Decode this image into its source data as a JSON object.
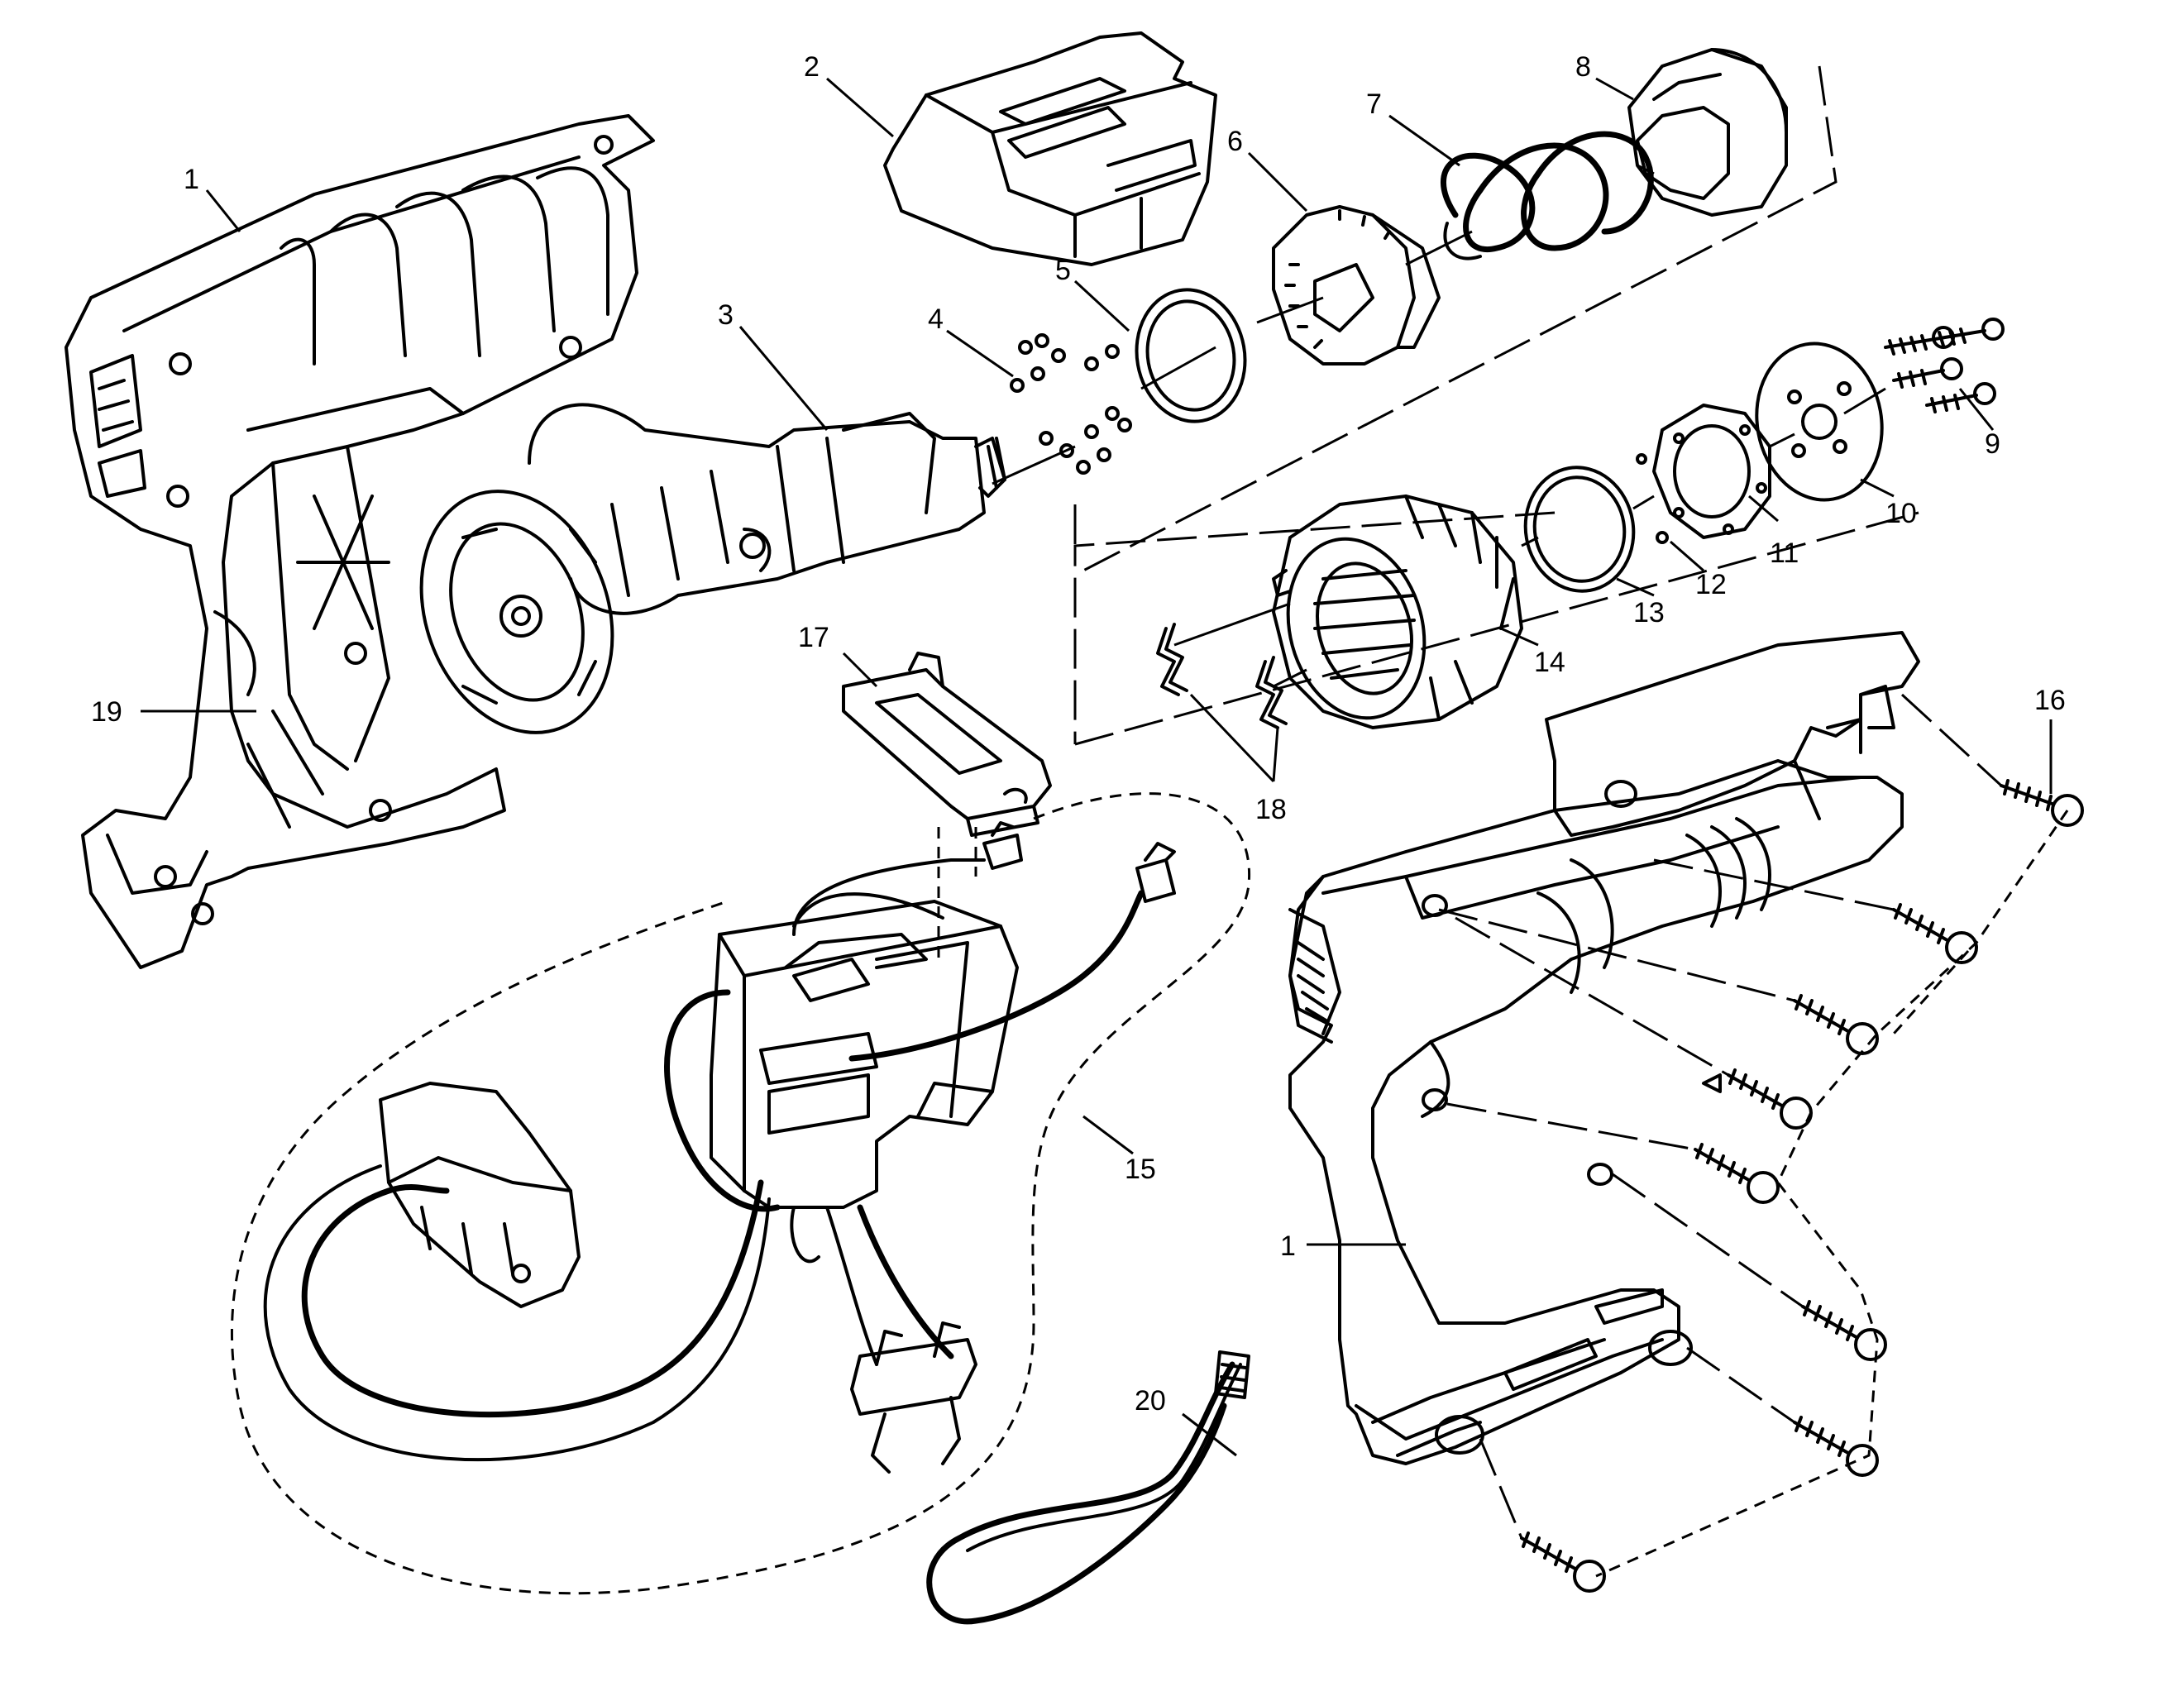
{
  "callouts": [
    {
      "id": "c1a",
      "label": "1"
    },
    {
      "id": "c1b",
      "label": "1"
    },
    {
      "id": "c2",
      "label": "2"
    },
    {
      "id": "c3",
      "label": "3"
    },
    {
      "id": "c4",
      "label": "4"
    },
    {
      "id": "c5",
      "label": "5"
    },
    {
      "id": "c6",
      "label": "6"
    },
    {
      "id": "c7",
      "label": "7"
    },
    {
      "id": "c8",
      "label": "8"
    },
    {
      "id": "c9",
      "label": "9"
    },
    {
      "id": "c10",
      "label": "10"
    },
    {
      "id": "c11",
      "label": "11"
    },
    {
      "id": "c12",
      "label": "12"
    },
    {
      "id": "c13",
      "label": "13"
    },
    {
      "id": "c14",
      "label": "14"
    },
    {
      "id": "c15",
      "label": "15"
    },
    {
      "id": "c16",
      "label": "16"
    },
    {
      "id": "c17",
      "label": "17"
    },
    {
      "id": "c18",
      "label": "18"
    },
    {
      "id": "c19",
      "label": "19"
    },
    {
      "id": "c20",
      "label": "20"
    }
  ]
}
